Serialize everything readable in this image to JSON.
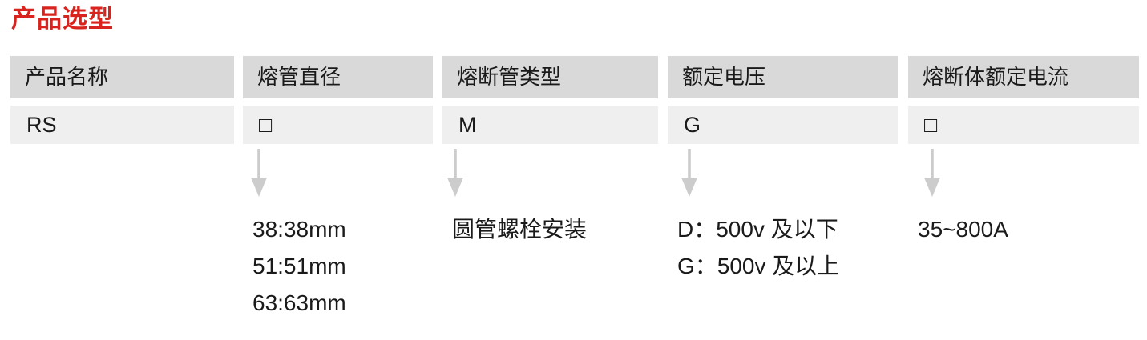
{
  "page": {
    "title": "产品选型"
  },
  "colors": {
    "title": "#d9231e",
    "header_bg": "#d9d9d9",
    "cell_bg": "#efefef",
    "arrow": "#cccccc",
    "text": "#1a1a1a"
  },
  "icons": {
    "down_arrow": "↓"
  },
  "table": {
    "columns": [
      {
        "header": "产品名称",
        "code": "RS",
        "options": []
      },
      {
        "header": "熔管直径",
        "code": "□",
        "options": [
          "38:38mm",
          "51:51mm",
          "63:63mm"
        ]
      },
      {
        "header": "熔断管类型",
        "code": "M",
        "options": [
          "圆管螺栓安装"
        ]
      },
      {
        "header": "额定电压",
        "code": "G",
        "options": [
          "D：500v 及以下",
          "G：500v 及以上"
        ]
      },
      {
        "header": "熔断体额定电流",
        "code": "□",
        "options": [
          "35~800A"
        ]
      }
    ]
  }
}
